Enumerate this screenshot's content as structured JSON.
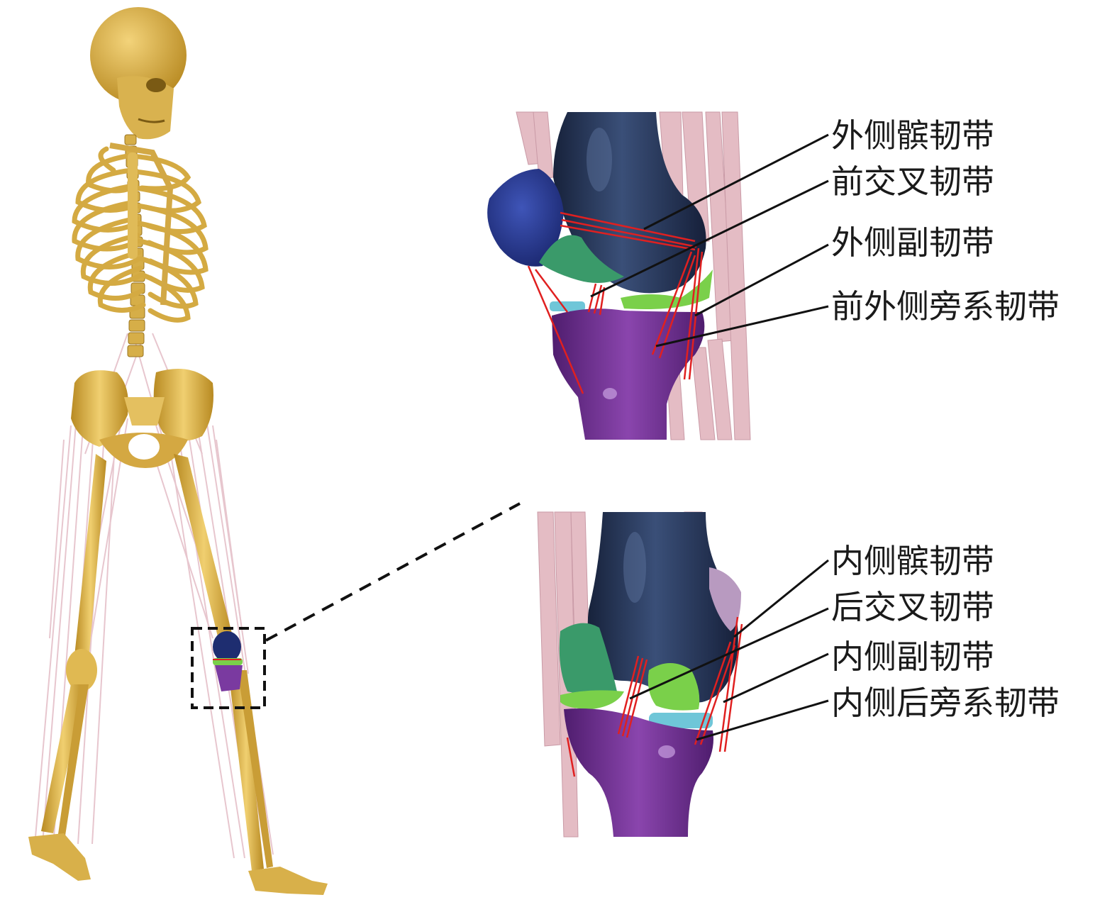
{
  "top_panel": {
    "labels": [
      {
        "id": "lpfl",
        "text": "外侧髌韧带"
      },
      {
        "id": "acl",
        "text": "前交叉韧带"
      },
      {
        "id": "lcl",
        "text": "外侧副韧带"
      },
      {
        "id": "all",
        "text": "前外侧旁系韧带"
      }
    ]
  },
  "bottom_panel": {
    "labels": [
      {
        "id": "mpfl",
        "text": "内侧髌韧带"
      },
      {
        "id": "pcl",
        "text": "后交叉韧带"
      },
      {
        "id": "mcl",
        "text": "内侧副韧带"
      },
      {
        "id": "pmc",
        "text": "内侧后旁系韧带"
      }
    ]
  },
  "colors": {
    "bone": "#d8b04a",
    "muscle": "#e4bcc4",
    "femur": "#1e2d4a",
    "tibia": "#6a2d8c",
    "patella": "#1f2f7a",
    "meniscus": "#7ad04a",
    "cartilage": "#3a9a6a",
    "ligament": "#e02020",
    "zoom_box": "#111111"
  }
}
